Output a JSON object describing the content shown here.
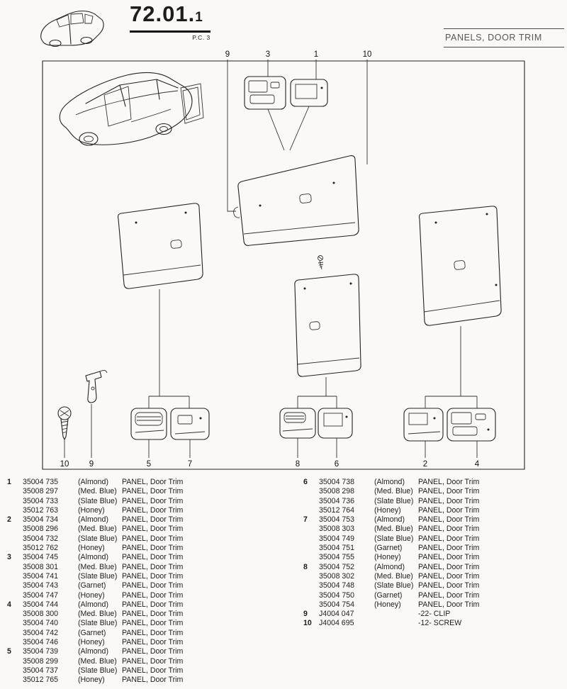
{
  "header": {
    "section_number_main": "72.01.",
    "section_number_sub": "1",
    "pc_label": "P.C. 3",
    "title": "PANELS, DOOR TRIM"
  },
  "palette": {
    "paper": "#faf9f7",
    "ink": "#1d1d1d",
    "title_gray": "#565656"
  },
  "diagram": {
    "top_callouts": [
      "9",
      "3",
      "1",
      "10"
    ],
    "bottom_callouts": [
      "10",
      "9",
      "5",
      "7",
      "8",
      "6",
      "2",
      "4"
    ]
  },
  "parts_list": {
    "left": [
      {
        "ref": "1",
        "rows": [
          {
            "part": "35004 735",
            "color": "(Almond)",
            "desc": "PANEL, Door Trim"
          },
          {
            "part": "35008 297",
            "color": "(Med. Blue)",
            "desc": "PANEL, Door Trim"
          },
          {
            "part": "35004 733",
            "color": "(Slate Blue)",
            "desc": "PANEL, Door Trim"
          },
          {
            "part": "35012 763",
            "color": "(Honey)",
            "desc": "PANEL, Door Trim"
          }
        ]
      },
      {
        "ref": "2",
        "rows": [
          {
            "part": "35004 734",
            "color": "(Almond)",
            "desc": "PANEL, Door Trim"
          },
          {
            "part": "35008 296",
            "color": "(Med. Blue)",
            "desc": "PANEL, Door Trim"
          },
          {
            "part": "35004 732",
            "color": "(Slate Blue)",
            "desc": "PANEL, Door Trim"
          },
          {
            "part": "35012 762",
            "color": "(Honey)",
            "desc": "PANEL, Door Trim"
          }
        ]
      },
      {
        "ref": "3",
        "rows": [
          {
            "part": "35004 745",
            "color": "(Almond)",
            "desc": "PANEL, Door Trim"
          },
          {
            "part": "35008 301",
            "color": "(Med. Blue)",
            "desc": "PANEL, Door Trim"
          },
          {
            "part": "35004 741",
            "color": "(Slate Blue)",
            "desc": "PANEL, Door Trim"
          },
          {
            "part": "35004 743",
            "color": "(Garnet)",
            "desc": "PANEL, Door Trim"
          },
          {
            "part": "35004 747",
            "color": "(Honey)",
            "desc": "PANEL, Door Trim"
          }
        ]
      },
      {
        "ref": "4",
        "rows": [
          {
            "part": "35004 744",
            "color": "(Almond)",
            "desc": "PANEL, Door Trim"
          },
          {
            "part": "35008 300",
            "color": "(Med. Blue)",
            "desc": "PANEL, Door Trim"
          },
          {
            "part": "35004 740",
            "color": "(Slate Blue)",
            "desc": "PANEL, Door Trim"
          },
          {
            "part": "35004 742",
            "color": "(Garnet)",
            "desc": "PANEL, Door Trim"
          },
          {
            "part": "35004 746",
            "color": "(Honey)",
            "desc": "PANEL, Door Trim"
          }
        ]
      },
      {
        "ref": "5",
        "rows": [
          {
            "part": "35004 739",
            "color": "(Almond)",
            "desc": "PANEL, Door Trim"
          },
          {
            "part": "35008 299",
            "color": "(Med. Blue)",
            "desc": "PANEL, Door Trim"
          },
          {
            "part": "35004 737",
            "color": "(Slate Blue)",
            "desc": "PANEL, Door Trim"
          },
          {
            "part": "35012 765",
            "color": "(Honey)",
            "desc": "PANEL, Door Trim"
          }
        ]
      }
    ],
    "right": [
      {
        "ref": "6",
        "rows": [
          {
            "part": "35004 738",
            "color": "(Almond)",
            "desc": "PANEL, Door Trim"
          },
          {
            "part": "35008 298",
            "color": "(Med. Blue)",
            "desc": "PANEL, Door Trim"
          },
          {
            "part": "35004 736",
            "color": "(Slate Blue)",
            "desc": "PANEL, Door Trim"
          },
          {
            "part": "35012 764",
            "color": "(Honey)",
            "desc": "PANEL, Door Trim"
          }
        ]
      },
      {
        "ref": "7",
        "rows": [
          {
            "part": "35004 753",
            "color": "(Almond)",
            "desc": "PANEL, Door Trim"
          },
          {
            "part": "35008 303",
            "color": "(Med. Blue)",
            "desc": "PANEL, Door Trim"
          },
          {
            "part": "35004 749",
            "color": "(Slate Blue)",
            "desc": "PANEL, Door Trim"
          },
          {
            "part": "35004 751",
            "color": "(Garnet)",
            "desc": "PANEL, Door Trim"
          },
          {
            "part": "35004 755",
            "color": "(Honey)",
            "desc": "PANEL, Door Trim"
          }
        ]
      },
      {
        "ref": "8",
        "rows": [
          {
            "part": "35004 752",
            "color": "(Almond)",
            "desc": "PANEL, Door Trim"
          },
          {
            "part": "35008 302",
            "color": "(Med. Blue)",
            "desc": "PANEL, Door Trim"
          },
          {
            "part": "35004 748",
            "color": "(Slate Blue)",
            "desc": "PANEL, Door Trim"
          },
          {
            "part": "35004 750",
            "color": "(Garnet)",
            "desc": "PANEL, Door Trim"
          },
          {
            "part": "35004 754",
            "color": "(Honey)",
            "desc": "PANEL, Door Trim"
          }
        ]
      },
      {
        "ref": "9",
        "rows": [
          {
            "part": "J4004 047",
            "color": "",
            "desc": "-22- CLIP"
          }
        ]
      },
      {
        "ref": "10",
        "rows": [
          {
            "part": "J4004 695",
            "color": "",
            "desc": "-12- SCREW"
          }
        ]
      }
    ]
  }
}
